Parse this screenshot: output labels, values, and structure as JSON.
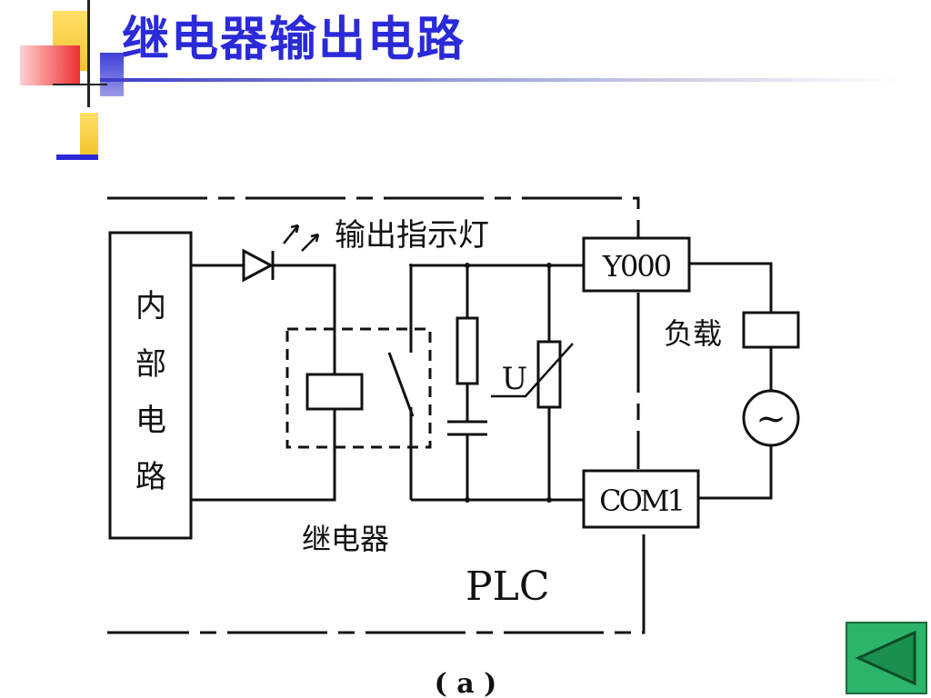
{
  "slide": {
    "title": "继电器输出电路"
  },
  "diagram": {
    "internal_circuit_label": [
      "内",
      "部",
      "电",
      "路"
    ],
    "indicator_label": "输出指示灯",
    "relay_label": "继电器",
    "output_terminal": "Y000",
    "common_terminal": "COM1",
    "load_label": "负载",
    "varistor_label": "U",
    "ac_source_symbol": "~",
    "plc_label": "PLC",
    "caption": "( a )"
  },
  "navigation": {
    "back_icon": "triangle-left-icon"
  },
  "colors": {
    "title": "#2a2ad8",
    "nav_button": "#2bb46a"
  }
}
